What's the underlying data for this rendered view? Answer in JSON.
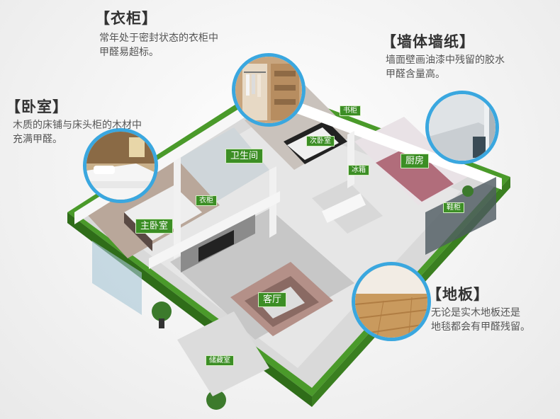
{
  "callouts": {
    "wardrobe": {
      "title": "【衣柜】",
      "lines": [
        "常年处于密封状态的衣柜中",
        "甲醛易超标。"
      ]
    },
    "wallpaper": {
      "title": "【墙体墙纸】",
      "lines": [
        "墙面壁画油漆中残留的胶水",
        "甲醛含量高。"
      ]
    },
    "bedroom": {
      "title": "【卧室】",
      "lines": [
        "木质的床铺与床头柜的木材中",
        "充满甲醛。"
      ]
    },
    "floor": {
      "title": "【地板】",
      "lines": [
        "无论是实木地板还是",
        "地毯都会有甲醛残留。"
      ]
    }
  },
  "room_labels": {
    "bathroom": "卫生间",
    "master_bedroom": "主卧室",
    "wardrobe": "衣柜",
    "bookcase": "书柜",
    "second_bedroom": "次卧室",
    "fridge": "冰箱",
    "kitchen": "厨房",
    "shoe_cabinet": "鞋柜",
    "living_room": "客厅",
    "storage_room": "储藏室"
  },
  "colors": {
    "accent_circle": "#3aa7df",
    "label_green": "#3c8e25",
    "frame_green": "#5fb135"
  }
}
